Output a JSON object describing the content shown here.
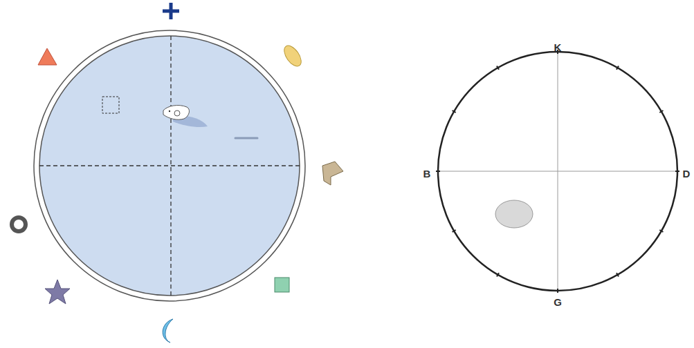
{
  "diagram": {
    "labels": [
      "K",
      "B",
      "D",
      "G"
    ]
  }
}
